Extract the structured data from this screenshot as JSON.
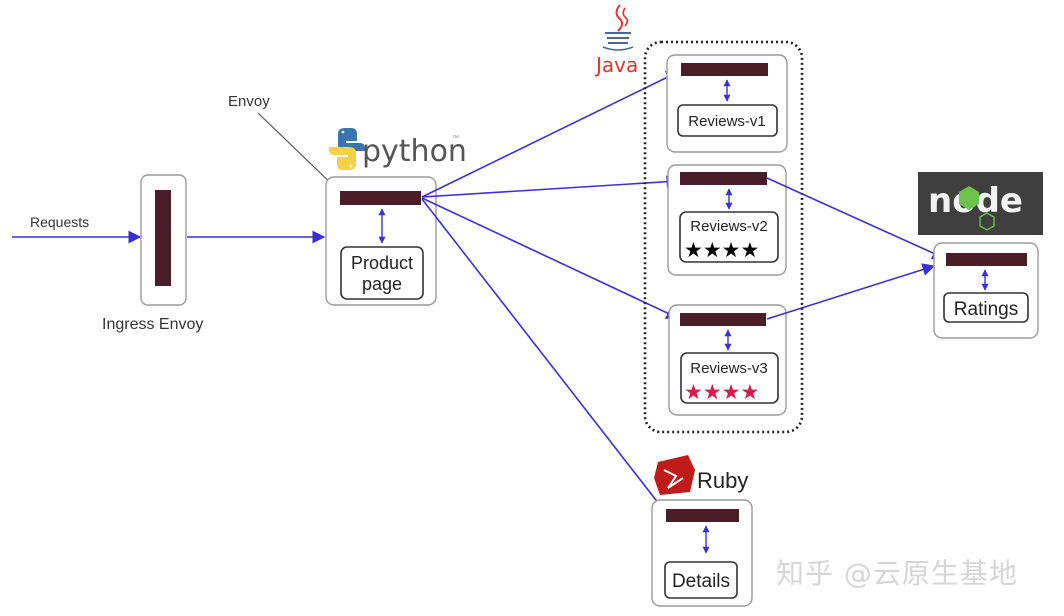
{
  "labels": {
    "requests": "Requests",
    "envoy": "Envoy",
    "ingress_envoy": "Ingress Envoy",
    "python": "python",
    "python_tm": "™",
    "java": "Java",
    "ruby": "Ruby",
    "node": "node"
  },
  "services": {
    "productpage": {
      "line1": "Product",
      "line2": "page"
    },
    "reviews_v1": {
      "name": "Reviews-v1"
    },
    "reviews_v2": {
      "name": "Reviews-v2",
      "stars": "★★★★",
      "star_color": "#000000"
    },
    "reviews_v3": {
      "name": "Reviews-v3",
      "stars": "★★★★",
      "star_color": "#d81b4a"
    },
    "ratings": {
      "name": "Ratings"
    },
    "details": {
      "name": "Details"
    }
  },
  "colors": {
    "arrow": "#3b2fd6",
    "envoy_bar": "#4a1e28",
    "box_border": "#9a9a9a",
    "java_red": "#e2342f",
    "ruby_red": "#c01a1a",
    "node_bg": "#3f3f3f",
    "node_green": "#6cc24a"
  },
  "watermark": "知乎 @云原生基地"
}
